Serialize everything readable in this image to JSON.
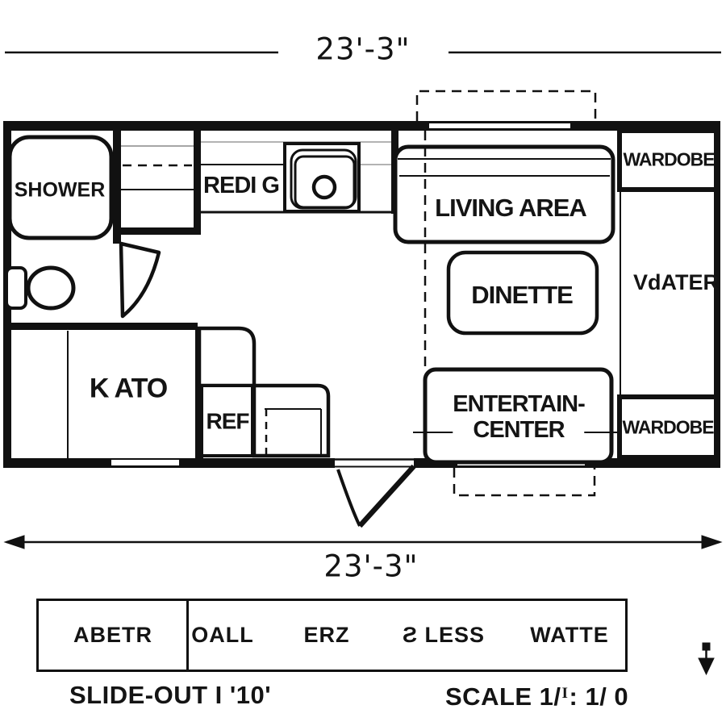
{
  "dimensions": {
    "top": "23'-3\"",
    "bottom": "23'-3\""
  },
  "rooms": {
    "shower": "SHOWER",
    "kitchen_counter": "REDI G",
    "living_area": "LIVING AREA",
    "dinette": "DINETTE",
    "entertainment_line1": "ENTERTAIN-",
    "entertainment_line2": "CENTER",
    "wardrobe_top": "WARDOBE",
    "wardrobe_bottom": "WARDOBE",
    "water": "VdATER",
    "bed": "K ATO",
    "fridge": "REF"
  },
  "legend": {
    "items": [
      "ABETR",
      "OALL",
      "ERZ",
      "Ƨ LESS",
      "WATTE"
    ]
  },
  "footer": {
    "slide_out": "SLIDE-OUT I '10'",
    "scale_prefix": "SCALE 1/",
    "scale_sup": "I",
    "scale_suffix": ": 1/ 0"
  },
  "colors": {
    "line": "#111111",
    "background": "#ffffff"
  }
}
